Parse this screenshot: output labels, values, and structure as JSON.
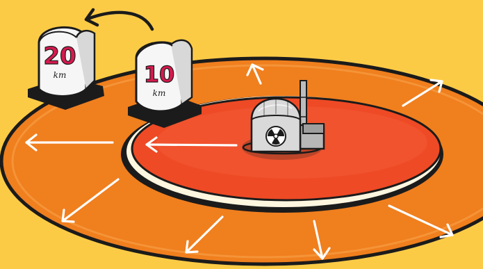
{
  "markers": {
    "far": {
      "number": "20",
      "unit": "km"
    },
    "near": {
      "number": "10",
      "unit": "km"
    }
  },
  "colors": {
    "background": "#FCCB46",
    "outer_zone": "#F07F1E",
    "inner_zone": "#EE4A25",
    "outline": "#1B1B1B",
    "marker_number": "#D51A4E"
  },
  "icons": {
    "plant": "nuclear-power-plant-icon",
    "hazard": "radiation-symbol-icon",
    "arrow": "arrow-icon"
  }
}
